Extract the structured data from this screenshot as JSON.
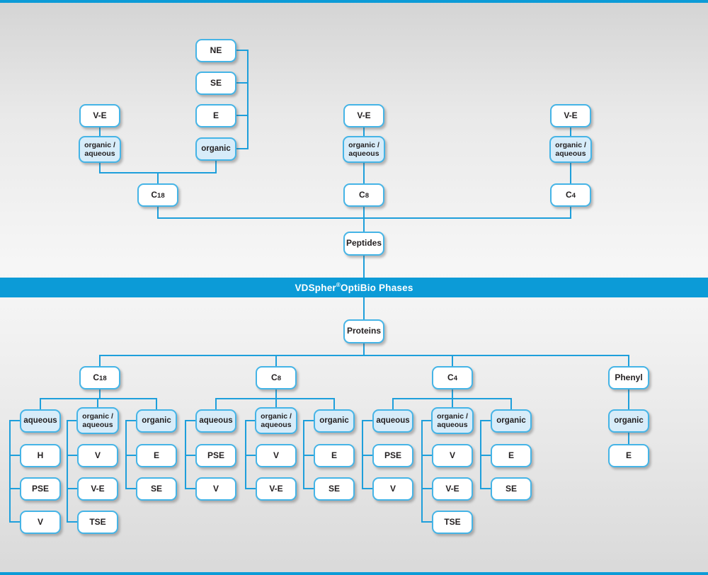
{
  "banner": {
    "brand": "VDSpher",
    "reg": "®",
    "rest": " OptiBio Phases"
  },
  "colors": {
    "banner_blue": "#0C9BD7",
    "line_blue": "#1E9FDB",
    "border_blue": "#45B4E6",
    "highlight_fill": "#D7ECF9",
    "text_dark": "#231F20"
  },
  "peptides_tree": {
    "root": "Peptides",
    "columns": [
      {
        "main": "C",
        "sub": "18",
        "ve": "V-E",
        "organic_aqueous": "organic /\naqueous",
        "organic": "organic",
        "organic_leaves": [
          "NE",
          "SE",
          "E"
        ]
      },
      {
        "main": "C",
        "sub": "8",
        "ve": "V-E",
        "organic_aqueous": "organic /\naqueous"
      },
      {
        "main": "C",
        "sub": "4",
        "ve": "V-E",
        "organic_aqueous": "organic /\naqueous"
      }
    ]
  },
  "proteins_tree": {
    "root": "Proteins",
    "groups": [
      {
        "main": "C",
        "sub": "18",
        "categories": [
          {
            "label": "aqueous",
            "leaves": [
              "H",
              "PSE",
              "V"
            ]
          },
          {
            "label": "organic /\naqueous",
            "leaves": [
              "V",
              "V-E",
              "TSE"
            ]
          },
          {
            "label": "organic",
            "leaves": [
              "E",
              "SE"
            ]
          }
        ]
      },
      {
        "main": "C",
        "sub": "8",
        "categories": [
          {
            "label": "aqueous",
            "leaves": [
              "PSE",
              "V"
            ]
          },
          {
            "label": "organic /\naqueous",
            "leaves": [
              "V",
              "V-E"
            ]
          },
          {
            "label": "organic",
            "leaves": [
              "E",
              "SE"
            ]
          }
        ]
      },
      {
        "main": "C",
        "sub": "4",
        "categories": [
          {
            "label": "aqueous",
            "leaves": [
              "PSE",
              "V"
            ]
          },
          {
            "label": "organic /\naqueous",
            "leaves": [
              "V",
              "V-E",
              "TSE"
            ]
          },
          {
            "label": "organic",
            "leaves": [
              "E",
              "SE"
            ]
          }
        ]
      },
      {
        "main": "Phenyl",
        "categories": [
          {
            "label": "organic",
            "leaves": [
              "E"
            ]
          }
        ]
      }
    ]
  }
}
